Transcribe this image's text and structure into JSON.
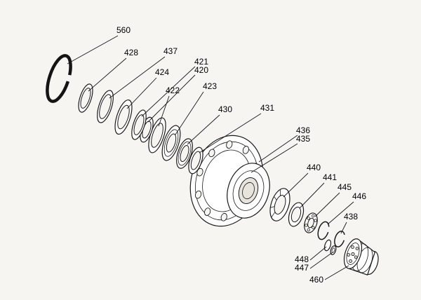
{
  "diagram": {
    "background_color": "#f7f5f2",
    "line_color": "#1a1a1a",
    "labels": [
      {
        "part": "560"
      },
      {
        "part": "428"
      },
      {
        "part": "437"
      },
      {
        "part": "424"
      },
      {
        "part": "421"
      },
      {
        "part": "420"
      },
      {
        "part": "422"
      },
      {
        "part": "423"
      },
      {
        "part": "430"
      },
      {
        "part": "431"
      },
      {
        "part": "436"
      },
      {
        "part": "435"
      },
      {
        "part": "440"
      },
      {
        "part": "441"
      },
      {
        "part": "445"
      },
      {
        "part": "446"
      },
      {
        "part": "438"
      },
      {
        "part": "448"
      },
      {
        "part": "447"
      },
      {
        "part": "460"
      }
    ]
  }
}
